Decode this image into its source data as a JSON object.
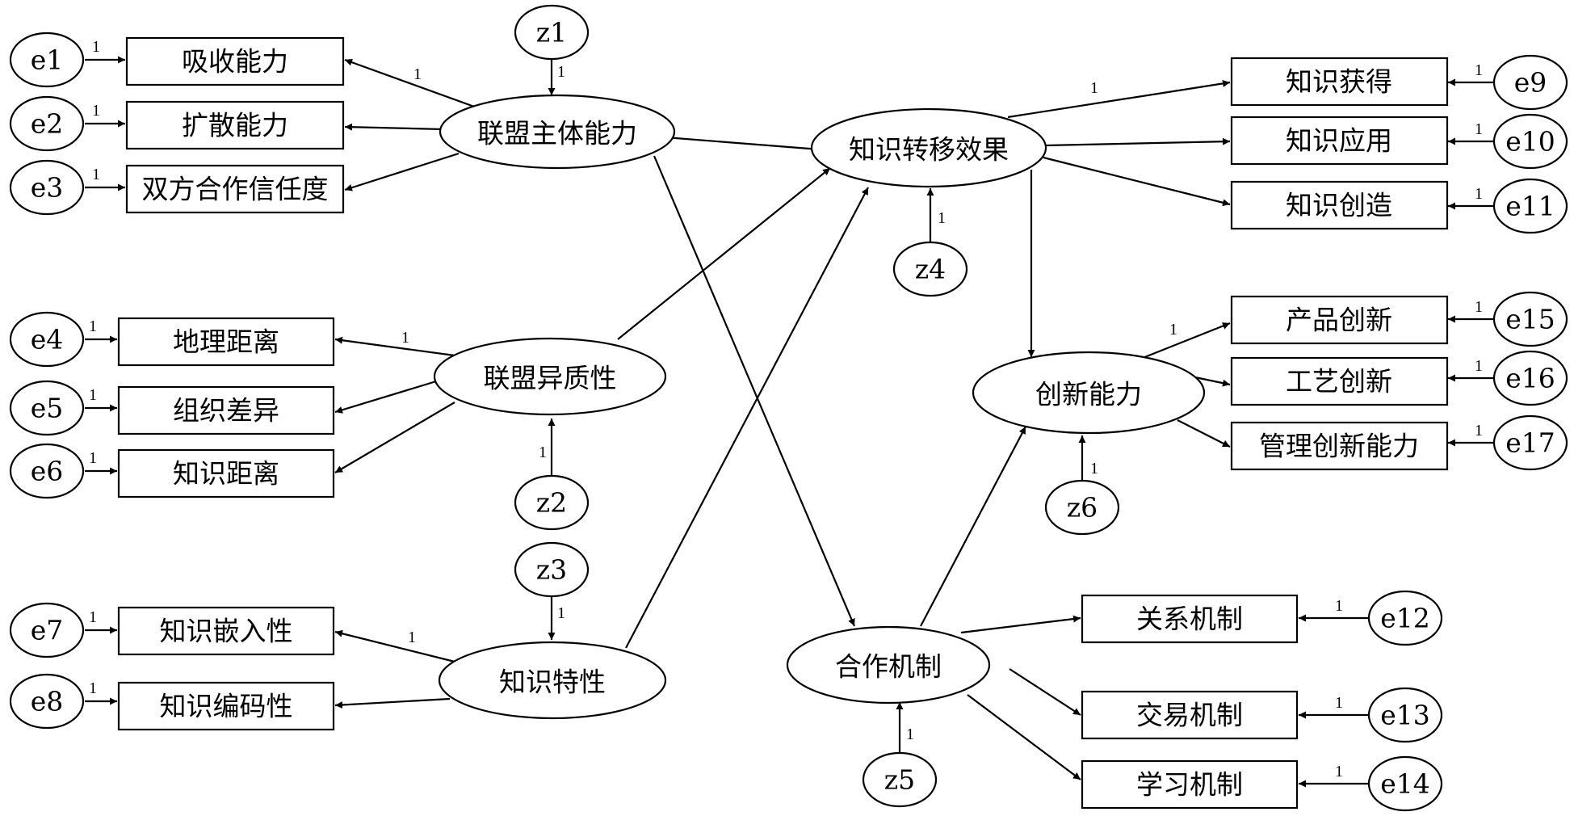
{
  "latents": {
    "alliance_capability": "联盟主体能力",
    "alliance_heterogeneity": "联盟异质性",
    "knowledge_characteristics": "知识特性",
    "knowledge_transfer_effect": "知识转移效果",
    "cooperation_mechanism": "合作机制",
    "innovation_capability": "创新能力"
  },
  "indicators": {
    "absorptive": "吸收能力",
    "diffusion": "扩散能力",
    "mutual_trust": "双方合作信任度",
    "geo_distance": "地理距离",
    "org_difference": "组织差异",
    "knowledge_distance": "知识距离",
    "embeddedness": "知识嵌入性",
    "codification": "知识编码性",
    "acquisition": "知识获得",
    "application": "知识应用",
    "creation": "知识创造",
    "product_innovation": "产品创新",
    "process_innovation": "工艺创新",
    "management_innovation": "管理创新能力",
    "relationship_mech": "关系机制",
    "transaction_mech": "交易机制",
    "learning_mech": "学习机制"
  },
  "errors": {
    "e1": "e1",
    "e2": "e2",
    "e3": "e3",
    "e4": "e4",
    "e5": "e5",
    "e6": "e6",
    "e7": "e7",
    "e8": "e8",
    "e9": "e9",
    "e10": "e10",
    "e11": "e11",
    "e12": "e12",
    "e13": "e13",
    "e14": "e14",
    "e15": "e15",
    "e16": "e16",
    "e17": "e17"
  },
  "disturbances": {
    "z1": "z1",
    "z2": "z2",
    "z3": "z3",
    "z4": "z4",
    "z5": "z5",
    "z6": "z6"
  },
  "fixed_weight": "1"
}
